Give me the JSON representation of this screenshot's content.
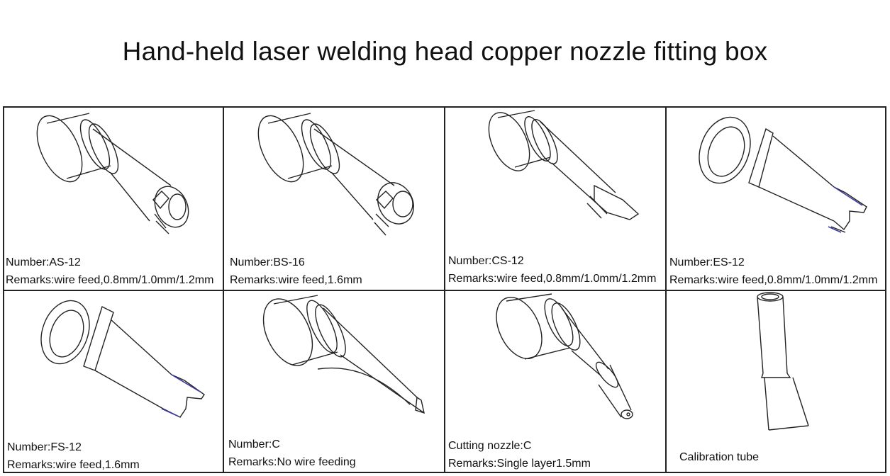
{
  "title": "Hand-held laser welding head copper nozzle fitting box",
  "cells": [
    {
      "number": "Number:AS-12",
      "remarks": "Remarks:wire feed,0.8mm/1.0mm/1.2mm"
    },
    {
      "number": "Number:BS-16",
      "remarks": "Remarks:wire feed,1.6mm"
    },
    {
      "number": "Number:CS-12",
      "remarks": "Remarks:wire feed,0.8mm/1.0mm/1.2mm"
    },
    {
      "number": "Number:ES-12",
      "remarks": "Remarks:wire feed,0.8mm/1.0mm/1.2mm"
    },
    {
      "number": "Number:FS-12",
      "remarks": "Remarks:wire feed,1.6mm"
    },
    {
      "number": "Number:C",
      "remarks": "Remarks:No wire feeding"
    },
    {
      "number": "Cutting nozzle:C",
      "remarks": "Remarks:Single layer1.5mm"
    },
    {
      "number": "Calibration tube",
      "remarks": ""
    }
  ]
}
